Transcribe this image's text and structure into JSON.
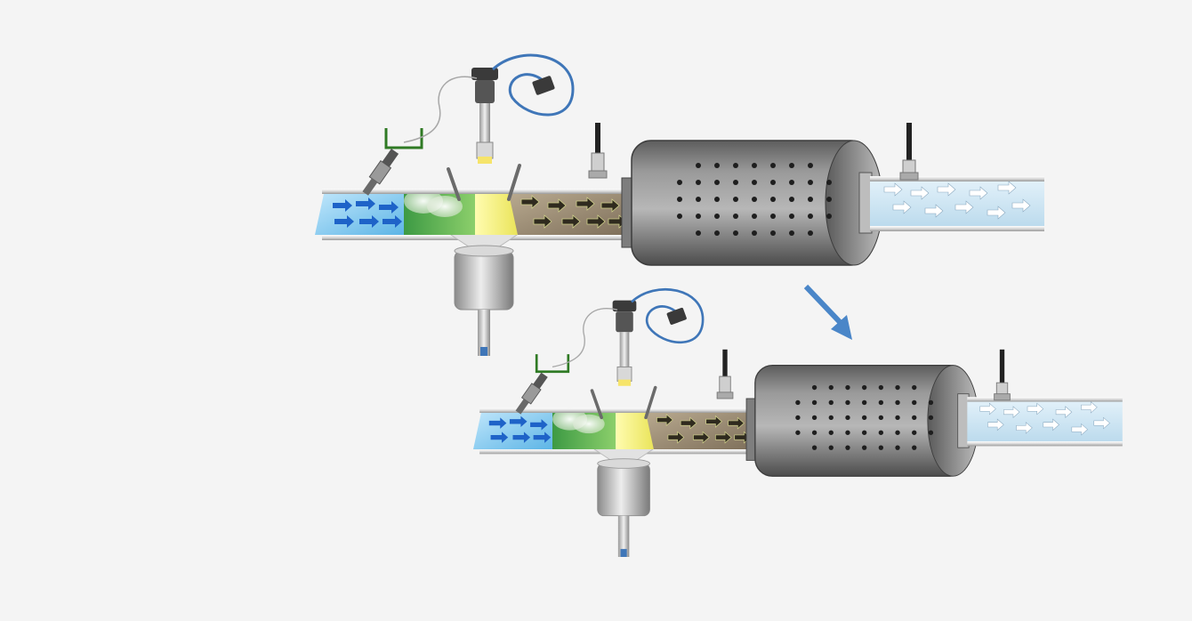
{
  "diagram": {
    "units": [
      {
        "id": "upper",
        "scale": 1.0
      },
      {
        "id": "lower",
        "scale": 0.85
      }
    ],
    "transition": "arrow-down-right"
  },
  "colors": {
    "background": "#f4f4f4",
    "pipe": "#d8d8d8",
    "zone_blue": "#7ec8ec",
    "zone_green": "#4fa64c",
    "zone_yellow": "#f3f078",
    "zone_soot": "#9a8a73",
    "zone_clean": "#cfe6f3",
    "canister": "#7b7b7b",
    "cable": "#3f76b8",
    "bracket": "#2f7a24",
    "arrow": "#4a86c8"
  },
  "icons": [
    "flow-arrow-icon",
    "injector-icon",
    "sensor-icon",
    "filter-canister-icon",
    "mixer-vane-icon",
    "transition-arrow-icon"
  ]
}
